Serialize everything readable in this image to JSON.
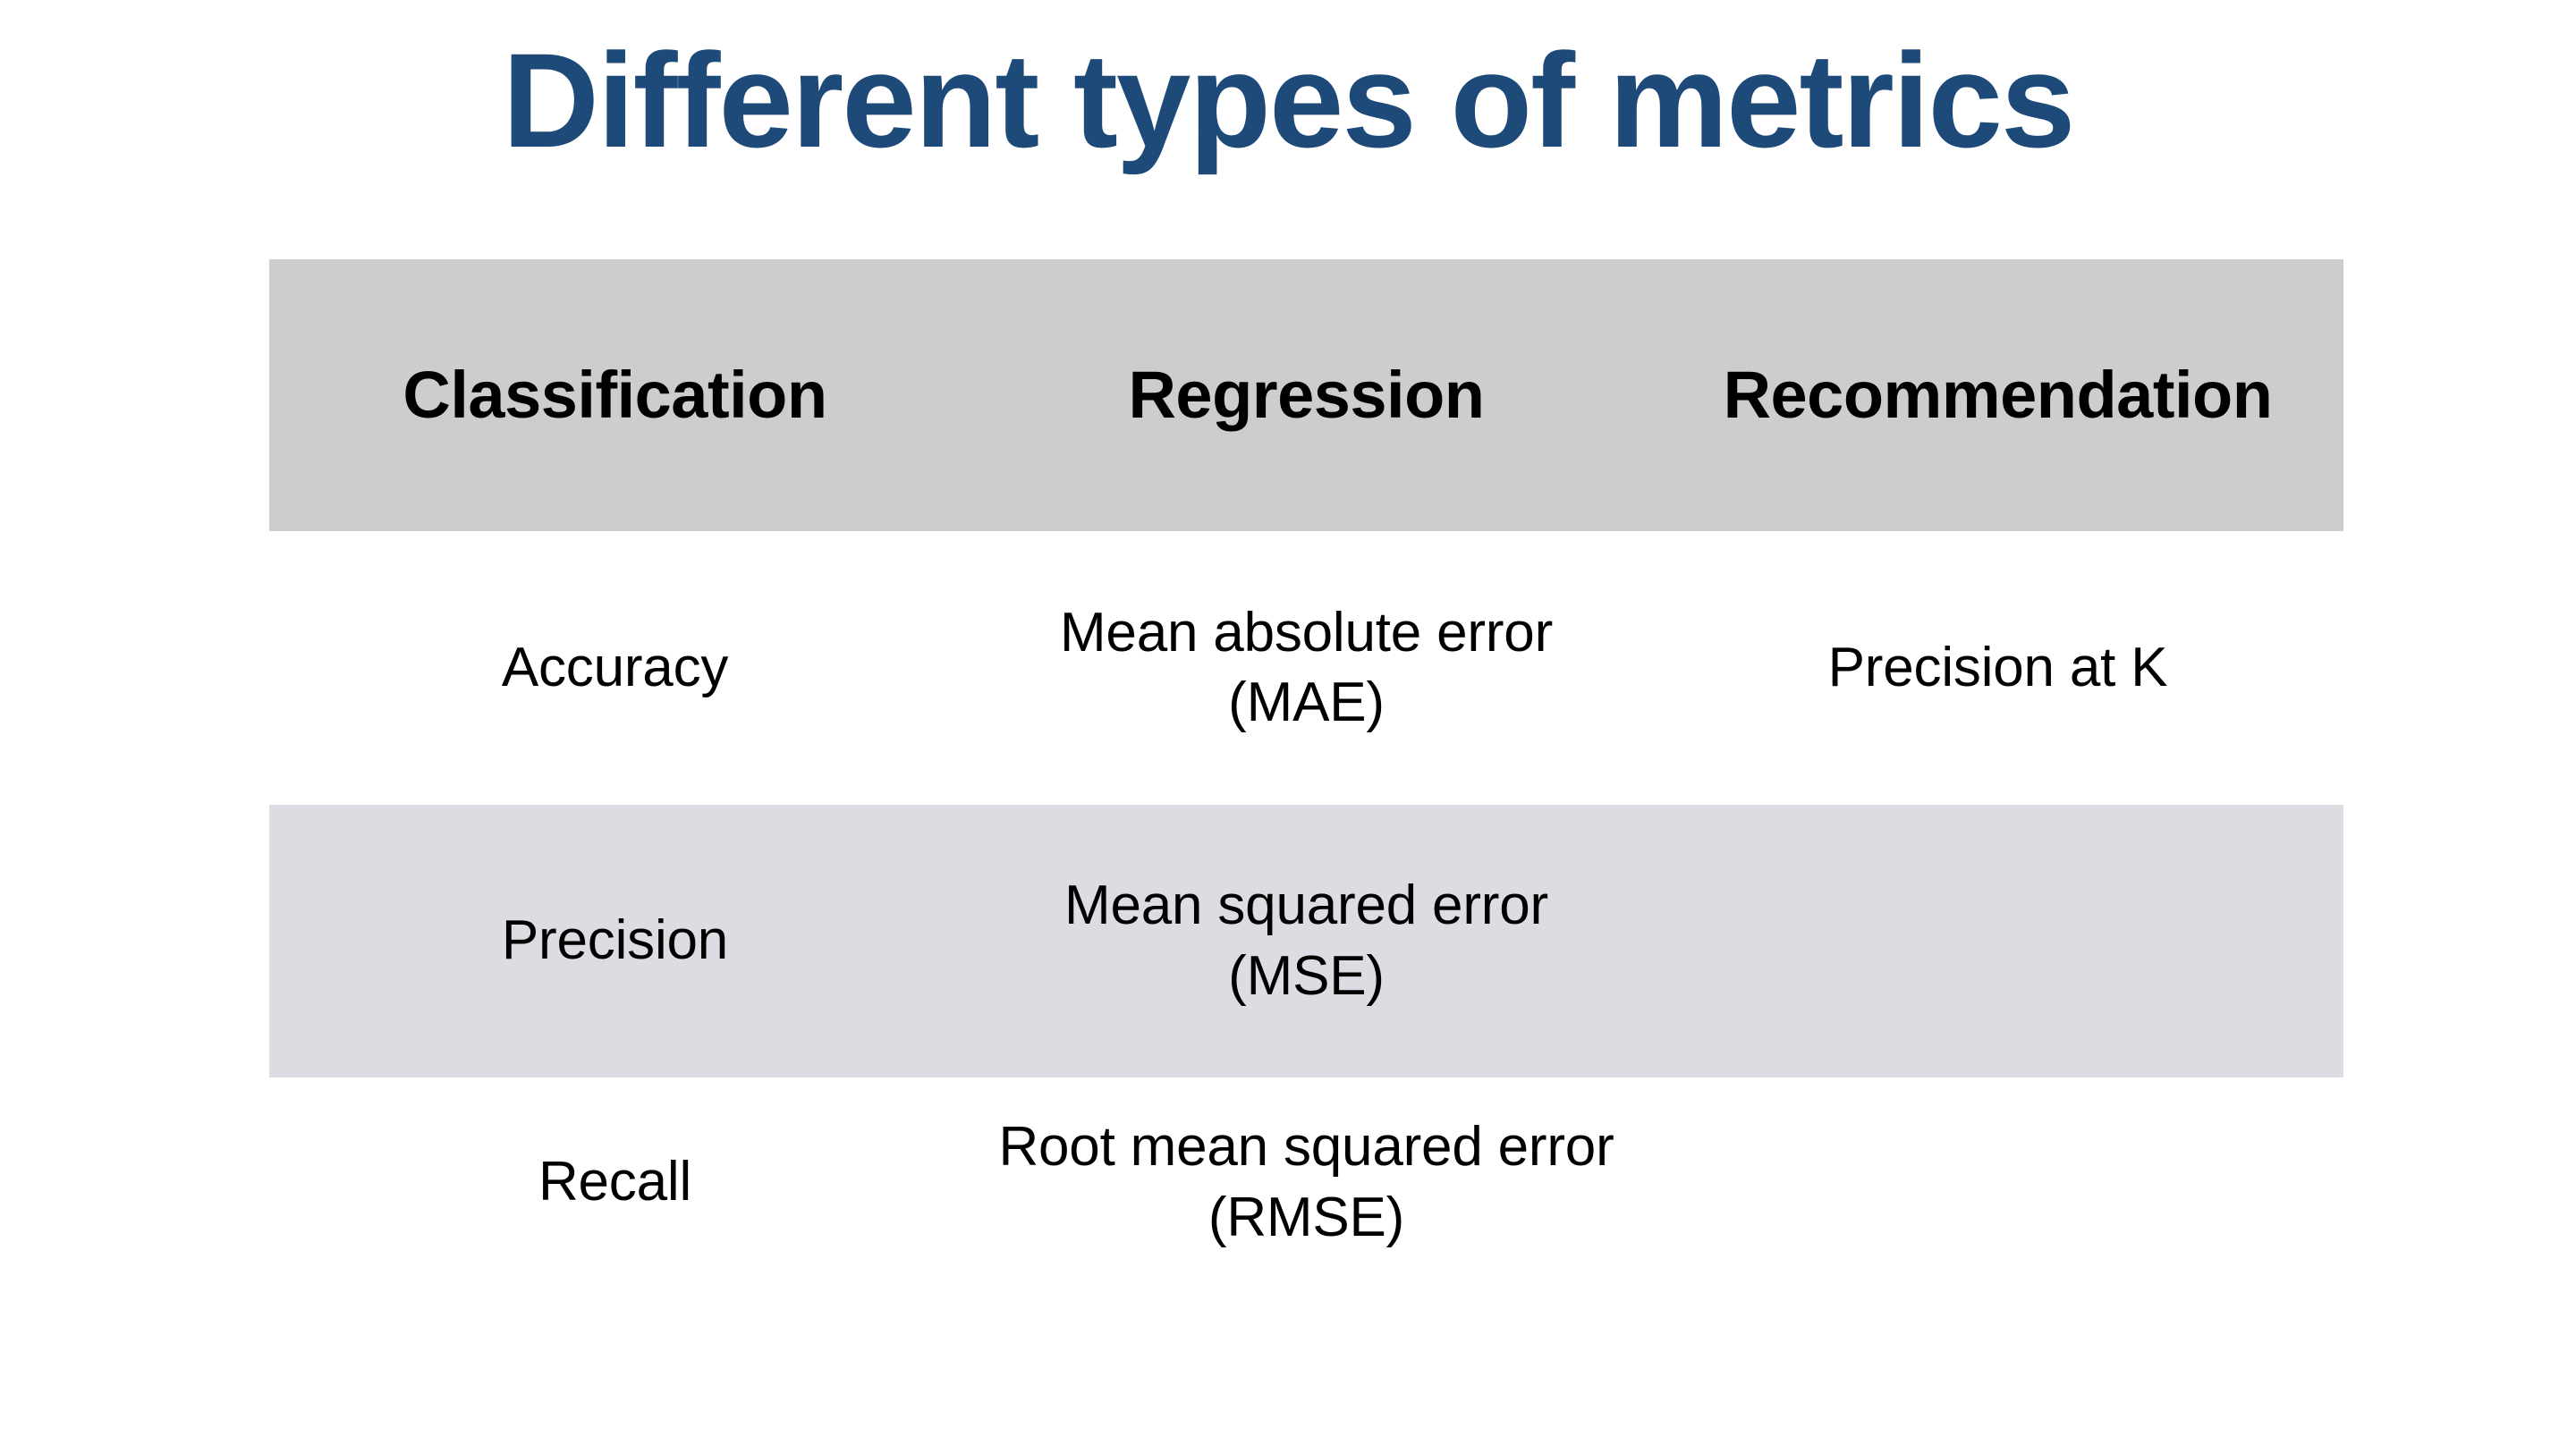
{
  "slide": {
    "title": "Different types of metrics",
    "background_color": "#ffffff",
    "title_color": "#1d4a78"
  },
  "table": {
    "header_background": "#cdcdcd",
    "shaded_row_background": "#dddce2",
    "plain_row_background": "#ffffff",
    "text_color": "#000000",
    "columns": [
      {
        "key": "classification",
        "label": "Classification"
      },
      {
        "key": "regression",
        "label": "Regression"
      },
      {
        "key": "recommendation",
        "label": "Recommendation"
      }
    ],
    "rows": [
      {
        "shaded": false,
        "cells": {
          "classification": "Accuracy",
          "regression": "Mean absolute error (MAE)",
          "recommendation": "Precision at K"
        }
      },
      {
        "shaded": true,
        "cells": {
          "classification": "Precision",
          "regression": "Mean squared error (MSE)",
          "recommendation": ""
        }
      },
      {
        "shaded": false,
        "cells": {
          "classification": "Recall",
          "regression": "Root mean squared error (RMSE)",
          "recommendation": ""
        }
      }
    ]
  }
}
